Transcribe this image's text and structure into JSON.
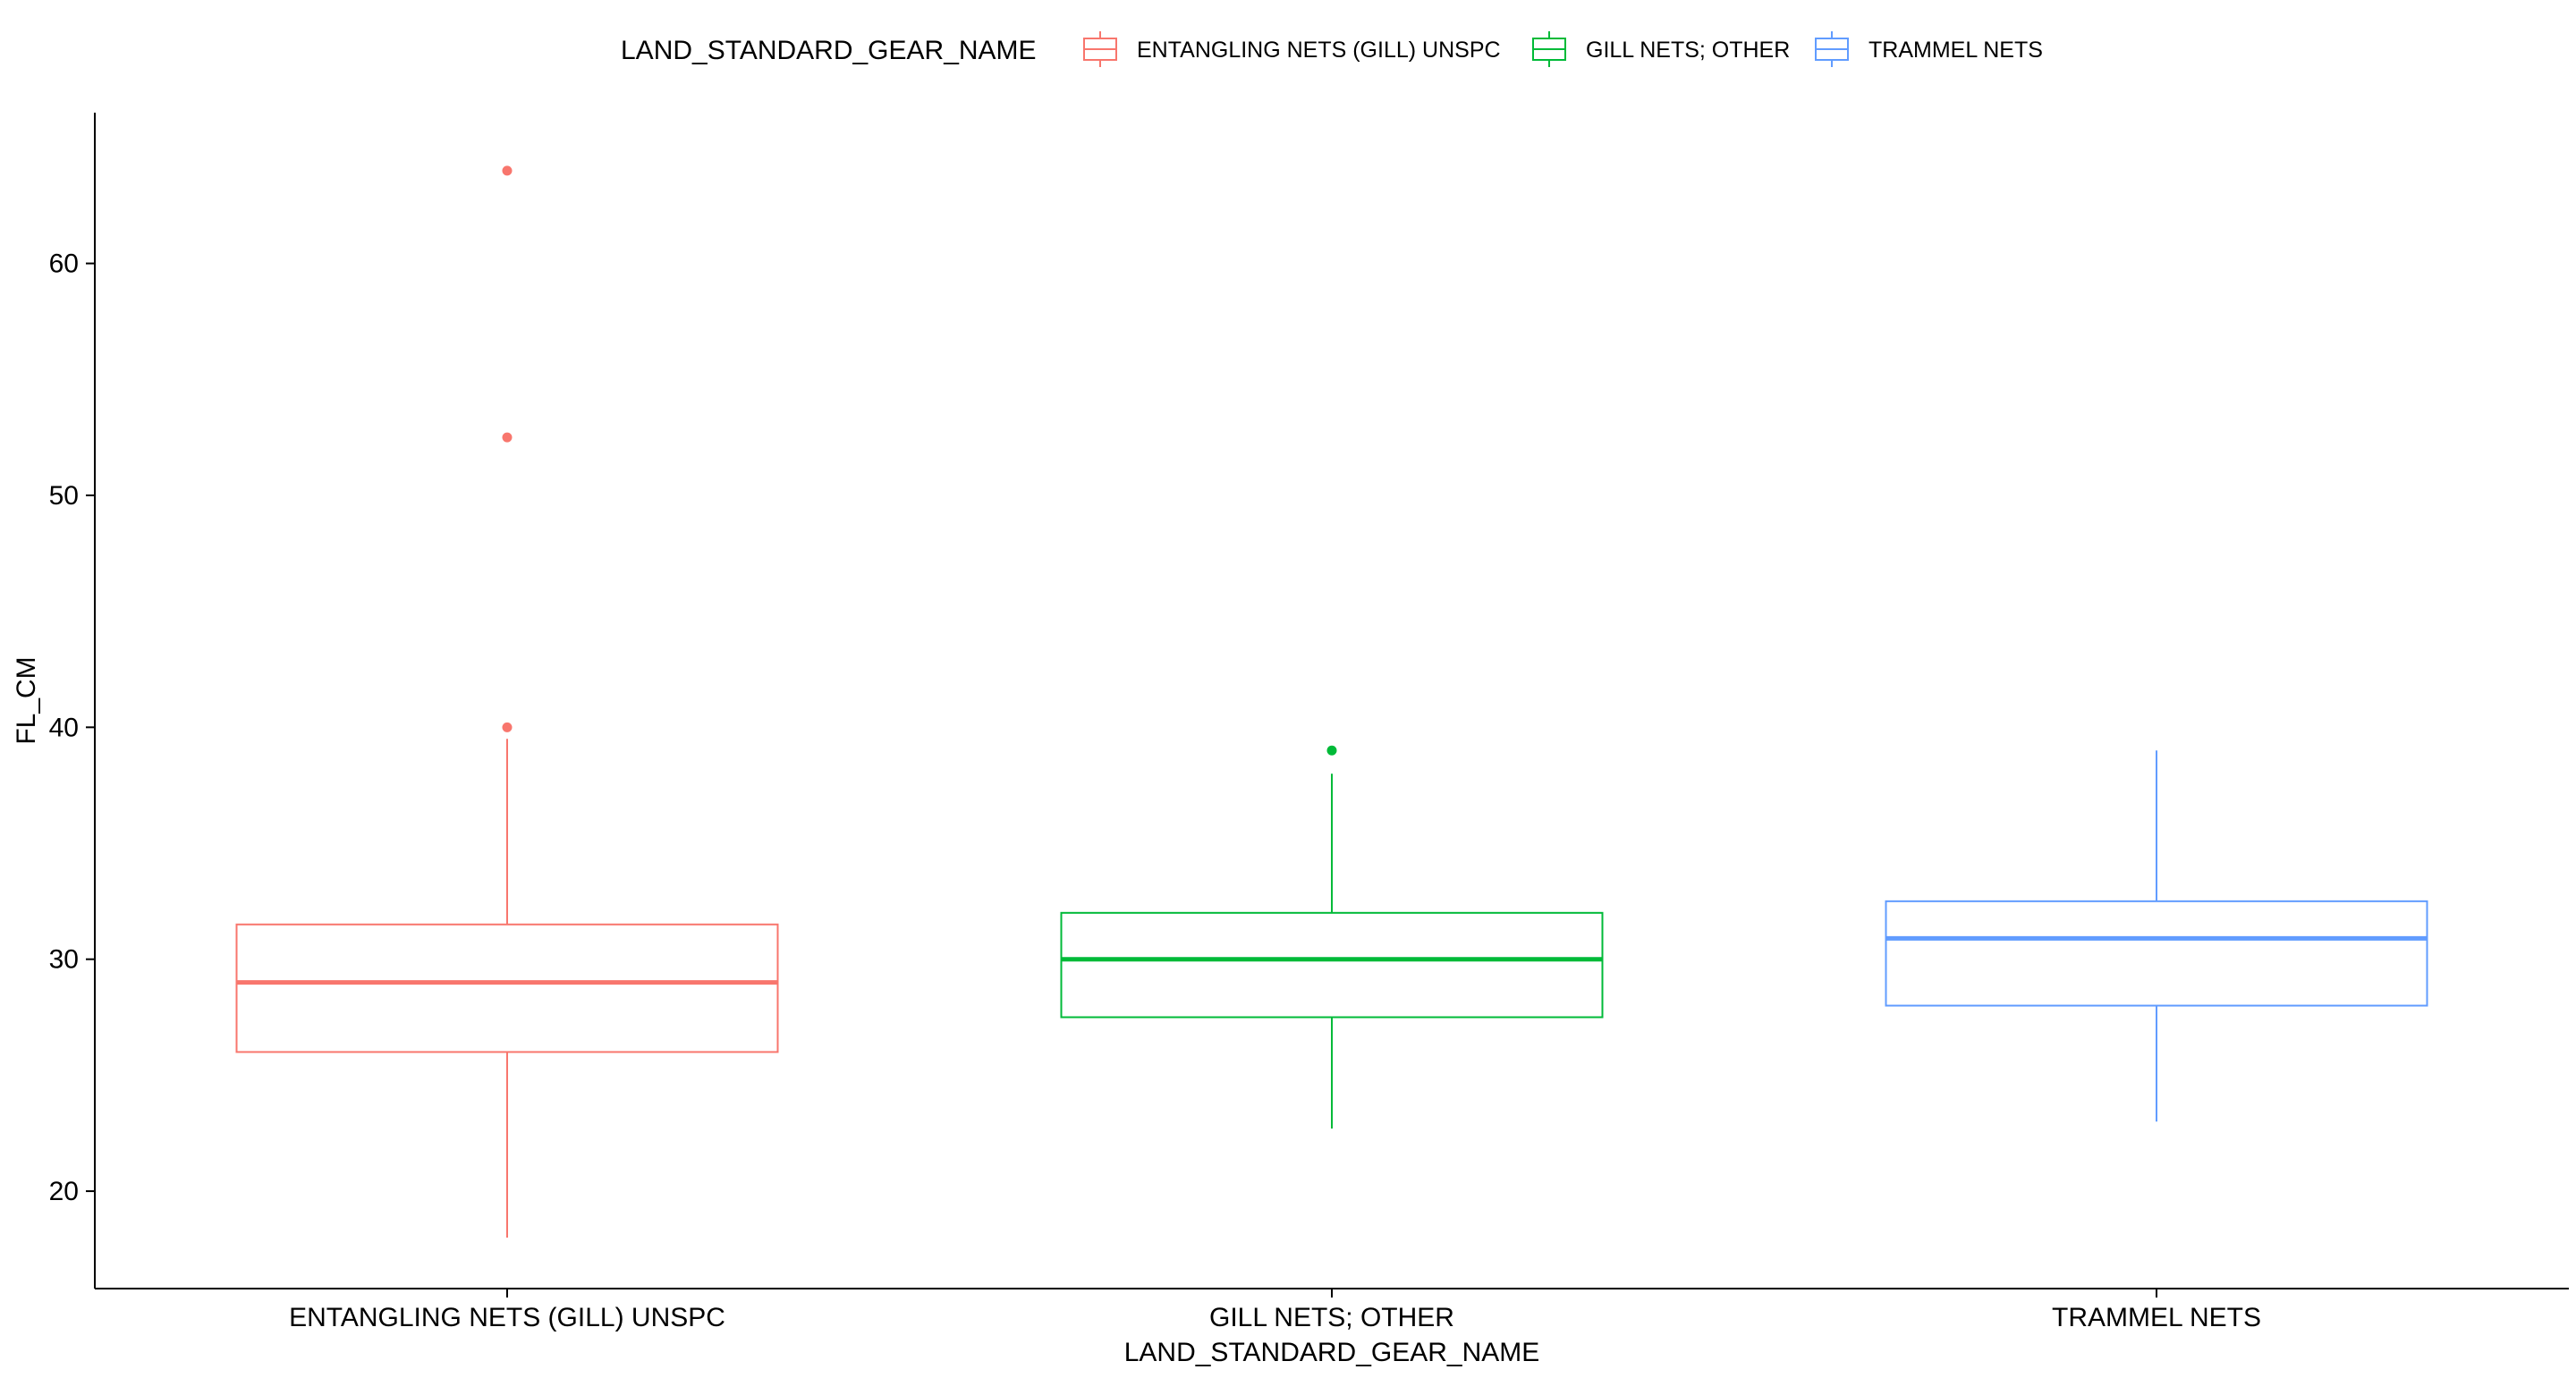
{
  "chart_data": {
    "type": "box",
    "title": "",
    "xlabel": "LAND_STANDARD_GEAR_NAME",
    "ylabel": "FL_CM",
    "ylim": [
      15.8,
      66.5
    ],
    "yticks": [
      20,
      30,
      40,
      50,
      60
    ],
    "grid": false,
    "legend": {
      "title": "LAND_STANDARD_GEAR_NAME",
      "position": "top"
    },
    "categories": [
      "ENTANGLING NETS (GILL) UNSPC",
      "GILL NETS; OTHER",
      "TRAMMEL NETS"
    ],
    "series": [
      {
        "name": "ENTANGLING NETS (GILL) UNSPC",
        "color": "#F8766D",
        "whisker_low": 18,
        "q1": 26,
        "median": 29,
        "q3": 31.5,
        "whisker_high": 39.5,
        "outliers": [
          40,
          52.5,
          64
        ]
      },
      {
        "name": "GILL NETS; OTHER",
        "color": "#00BA38",
        "whisker_low": 22.7,
        "q1": 27.5,
        "median": 30,
        "q3": 32,
        "whisker_high": 38,
        "outliers": [
          39
        ]
      },
      {
        "name": "TRAMMEL NETS",
        "color": "#619CFF",
        "whisker_low": 23,
        "q1": 28,
        "median": 30.9,
        "q3": 32.5,
        "whisker_high": 39,
        "outliers": []
      }
    ]
  }
}
